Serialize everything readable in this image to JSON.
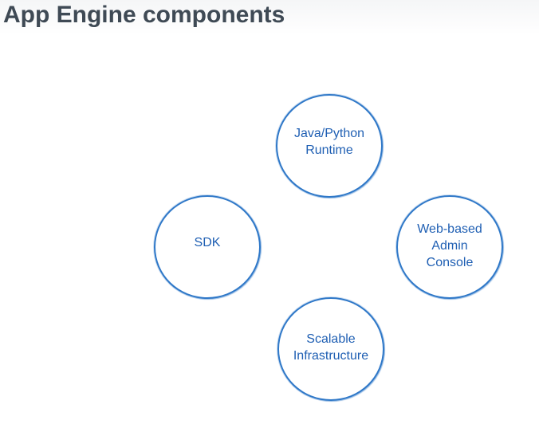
{
  "slide": {
    "title": "App Engine components"
  },
  "diagram": {
    "nodes": {
      "runtime": {
        "label": "Java/Python\nRuntime"
      },
      "sdk": {
        "label": "SDK"
      },
      "admin": {
        "label": "Web-based\nAdmin\nConsole"
      },
      "infrastructure": {
        "label": "Scalable\nInfrastructure"
      }
    }
  },
  "colors": {
    "title": "#3f4a55",
    "accent": "#2f78c8",
    "label": "#1f5fb3"
  }
}
